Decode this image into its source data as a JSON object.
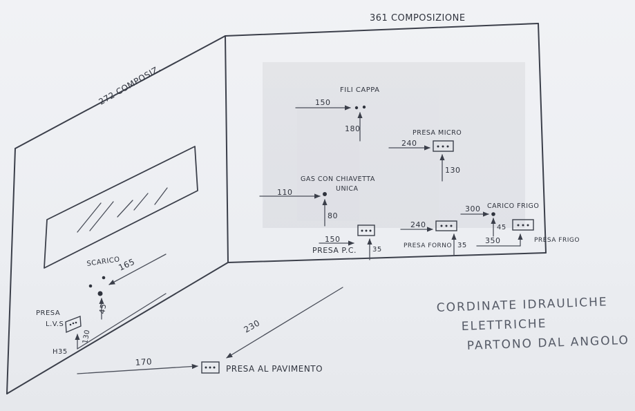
{
  "walls": {
    "left_wall_label": "272 COMPOSIZ.",
    "back_wall_label": "361 COMPOSIZIONE"
  },
  "back_wall": {
    "fili_cappa": {
      "label": "FILI CAPPA",
      "horizontal": "150",
      "vertical": "180"
    },
    "presa_micro": {
      "label": "PRESA MICRO",
      "horizontal": "240",
      "vertical": "130"
    },
    "gas": {
      "label_line1": "GAS CON CHIAVETTA",
      "label_line2": "UNICA",
      "horizontal": "110",
      "vertical": "80"
    },
    "presa_pc": {
      "label": "PRESA P.C.",
      "horizontal": "150",
      "vertical": "35"
    },
    "presa_forno": {
      "label": "PRESA FORNO",
      "horizontal": "240",
      "vertical": "35"
    },
    "carico_frigo": {
      "label": "CARICO FRIGO",
      "horizontal": "300",
      "vertical": "45"
    },
    "presa_frigo": {
      "label": "PRESA FRIGO",
      "horizontal": "350"
    }
  },
  "left_wall": {
    "scarico": {
      "label": "SCARICO",
      "diagonal": "165",
      "vertical": "45"
    },
    "presa_lvs": {
      "label_line1": "PRESA",
      "label_line2": "L.V.S",
      "height": "H35",
      "vertical": "130"
    }
  },
  "floor": {
    "presa_pavimento": {
      "label": "PRESA AL PAVIMENTO",
      "horizontal": "170",
      "diagonal": "230"
    }
  },
  "note": {
    "line1": "CORDINATE IDRAULICHE",
    "line2": "ELETTRICHE",
    "line3": "PARTONO DAL ANGOLO"
  }
}
